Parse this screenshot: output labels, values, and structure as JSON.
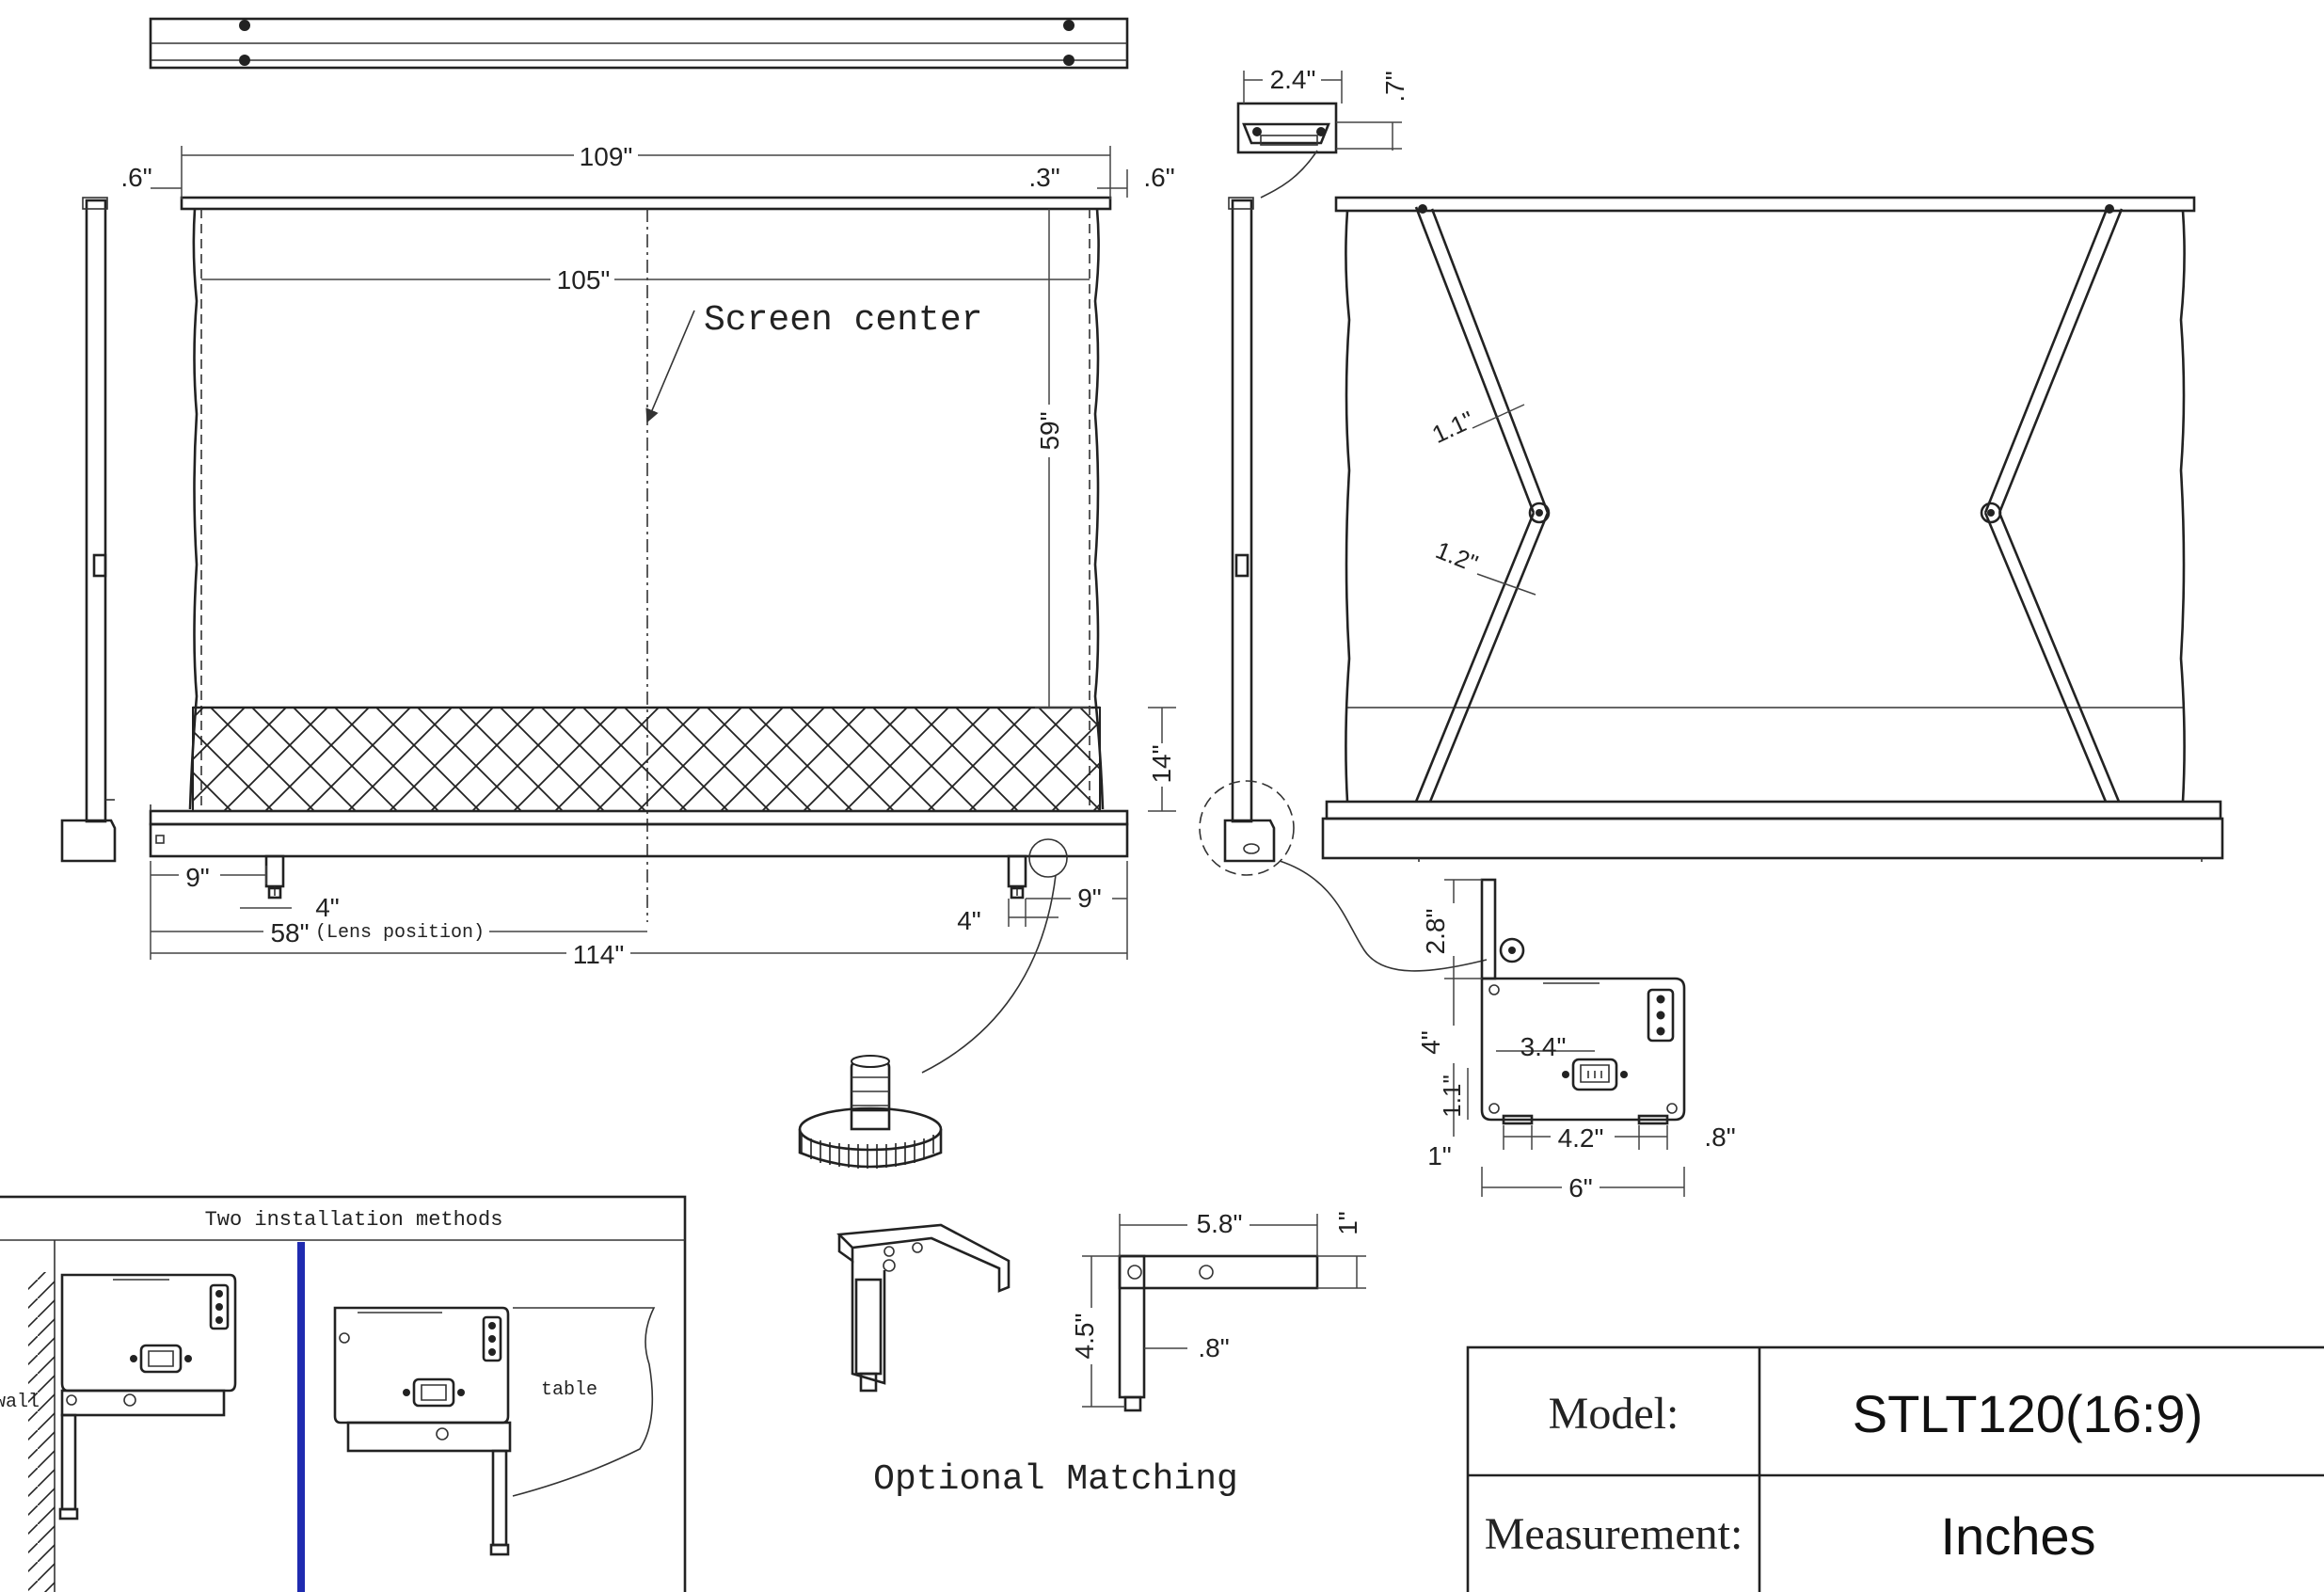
{
  "labels": {
    "screen_center": "Screen center",
    "lens_position": "(Lens position)",
    "optional_matching": "Optional Matching",
    "two_installation_methods": "Two installation methods",
    "wall": "wall",
    "table": "table"
  },
  "front_view": {
    "dim_overall_top": "109\"",
    "dim_left_margin": ".6\"",
    "dim_right_inner": ".3\"",
    "dim_right_margin": ".6\"",
    "dim_screen_width": "105\"",
    "dim_screen_height": "59\"",
    "dim_black_border": "14\"",
    "dim_foot_left": "9\"",
    "dim_foot_left_width": "4\"",
    "dim_lens_position": "58\"",
    "dim_foot_right_width": "4\"",
    "dim_foot_right": "9\"",
    "dim_overall_bottom": "114\""
  },
  "top_view": {
    "dim_width": "2.4\"",
    "dim_height": ".7\""
  },
  "rear_view": {
    "dim_arm_upper": "1.1\"",
    "dim_arm_lower": "1.2\""
  },
  "end_cap": {
    "dim_bracket_height": "2.8\"",
    "dim_height": "4\"",
    "dim_socket_offset": "3.4\"",
    "dim_socket_height": "1.1\"",
    "dim_foot": "1\"",
    "dim_foot_spacing": "4.2\"",
    "dim_foot_right": ".8\"",
    "dim_width": "6\""
  },
  "bracket": {
    "dim_length": "5.8\"",
    "dim_thickness": "1\"",
    "dim_height": "4.5\"",
    "dim_leg": ".8\""
  },
  "title_block": {
    "model_label": "Model:",
    "model_value": "STLT120(16:9)",
    "measurement_label": "Measurement:",
    "measurement_value": "Inches"
  },
  "colors": {
    "line": "#222222",
    "divider_blue": "#1f2bb0"
  }
}
